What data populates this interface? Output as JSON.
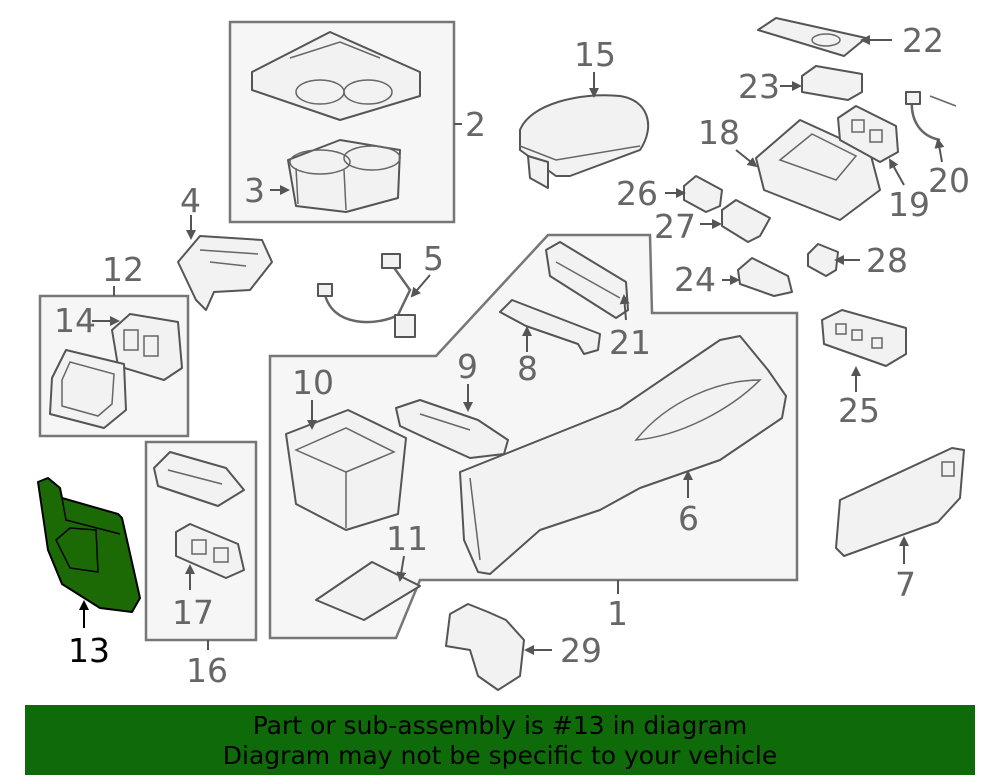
{
  "diagram": {
    "callouts": {
      "c1": "1",
      "c2": "2",
      "c3": "3",
      "c4": "4",
      "c5": "5",
      "c6": "6",
      "c7": "7",
      "c8": "8",
      "c9": "9",
      "c10": "10",
      "c11": "11",
      "c12": "12",
      "c13": "13",
      "c14": "14",
      "c15": "15",
      "c16": "16",
      "c17": "17",
      "c18": "18",
      "c19": "19",
      "c20": "20",
      "c21": "21",
      "c22": "22",
      "c23": "23",
      "c24": "24",
      "c25": "25",
      "c26": "26",
      "c27": "27",
      "c28": "28",
      "c29": "29"
    },
    "highlight_part": "13",
    "highlight_color": "#1b6a06",
    "line_color": "#555555"
  },
  "banner": {
    "line1": "Part or sub-assembly is #13 in diagram",
    "line2": "Diagram may not be specific to your vehicle",
    "background": "#0f6b0a"
  }
}
